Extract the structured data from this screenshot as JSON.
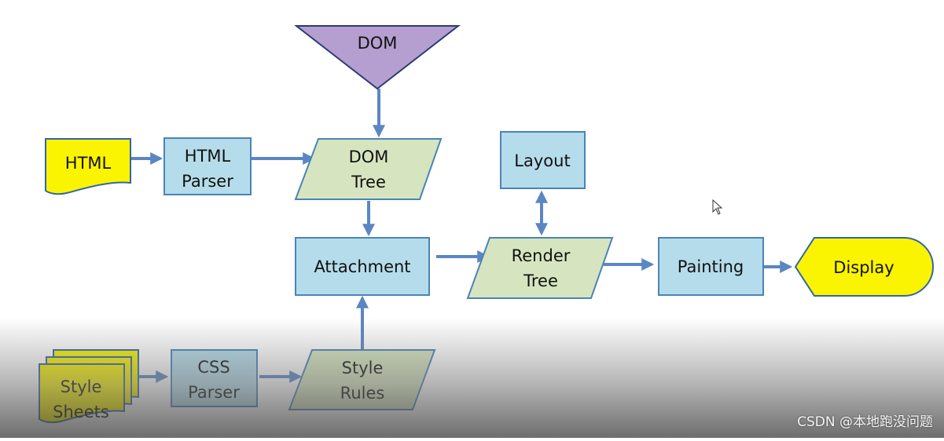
{
  "nodes": {
    "dom": "DOM",
    "html_doc": "HTML",
    "html_parser": [
      "HTML",
      "Parser"
    ],
    "dom_tree": [
      "DOM",
      "Tree"
    ],
    "layout": "Layout",
    "attachment": "Attachment",
    "render_tree": [
      "Render",
      "Tree"
    ],
    "painting": "Painting",
    "display": "Display",
    "style_sheets": [
      "Style",
      "Sheets"
    ],
    "css_parser": [
      "CSS",
      "Parser"
    ],
    "style_rules": [
      "Style",
      "Rules"
    ]
  },
  "watermark": "CSDN @本地跑没问题",
  "colors": {
    "arrow": "#5b86c4",
    "process_fill": "#b5dcea",
    "process_stroke": "#4a84b8",
    "data_fill": "#d6e5bf",
    "data_stroke": "#4a84b8",
    "doc_fill": "#fbf400",
    "doc_stroke": "#2f66a8",
    "dom_fill": "#b59ed0",
    "dom_stroke": "#2c3b74"
  }
}
